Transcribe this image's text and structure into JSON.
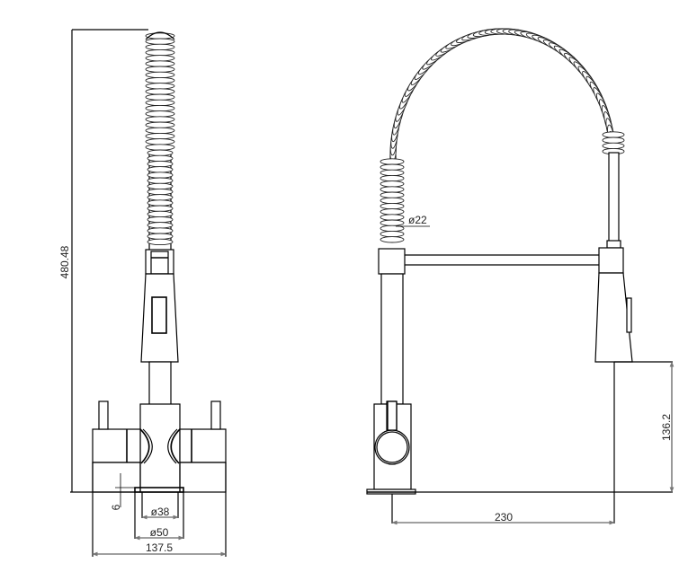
{
  "drawing": {
    "type": "technical-drawing",
    "subject": "pull-out spring kitchen mixer tap",
    "views": [
      {
        "name": "front-view",
        "dimensions": {
          "overall_height": "480.48",
          "base_plate_thickness": "6",
          "inner_diameter": "ø38",
          "outer_diameter": "ø50",
          "overall_width": "137.5"
        }
      },
      {
        "name": "side-view",
        "dimensions": {
          "hose_diameter": "ø22",
          "spout_head_height": "136.2",
          "spout_reach": "230"
        }
      }
    ],
    "colors": {
      "line": "#000000",
      "background": "#ffffff",
      "dimension_text": "#222222"
    }
  }
}
